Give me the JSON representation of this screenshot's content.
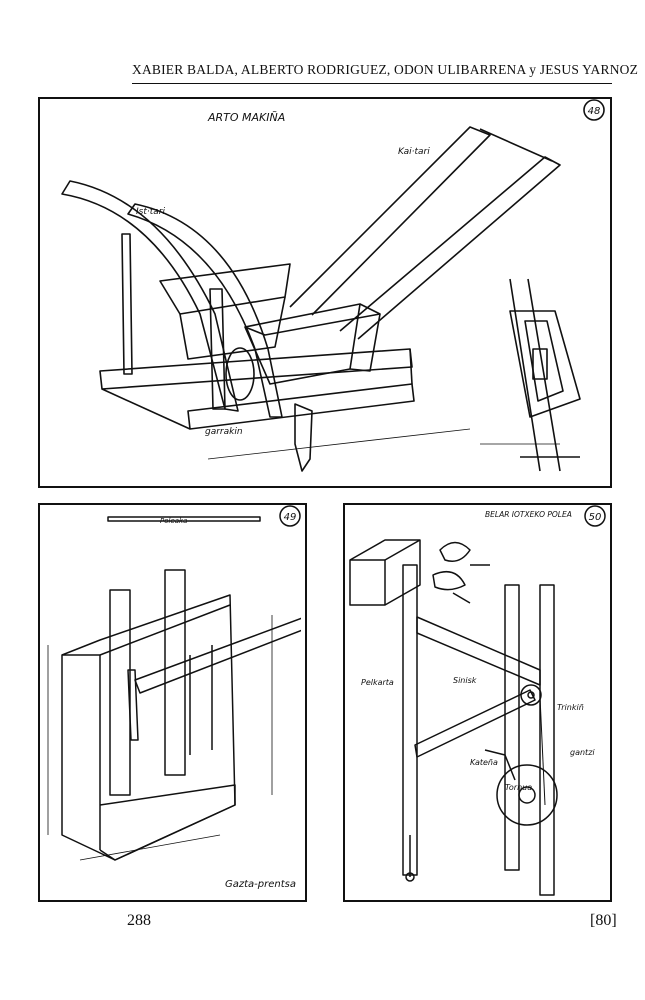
{
  "header": {
    "authors": "XABIER BALDA, ALBERTO RODRIGUEZ, ODON ULIBARRENA y JESUS YARNOZ"
  },
  "plates": [
    {
      "number": "48",
      "title": "ARTO MAKIÑA",
      "labels": [
        "Kai·tari",
        "Ist·tari",
        "garrakin"
      ]
    },
    {
      "number": "49",
      "title": "Gazta-prentsa",
      "labels": [
        "Poleaka"
      ]
    },
    {
      "number": "50",
      "title": "BELAR IOTXEKO POLEA",
      "labels": [
        "Pelkarta",
        "Sinisk",
        "Trinkiñ",
        "Kateña",
        "Tornua",
        "gantzi"
      ]
    }
  ],
  "footer": {
    "page_number": "288",
    "sequence_number": "[80]"
  }
}
